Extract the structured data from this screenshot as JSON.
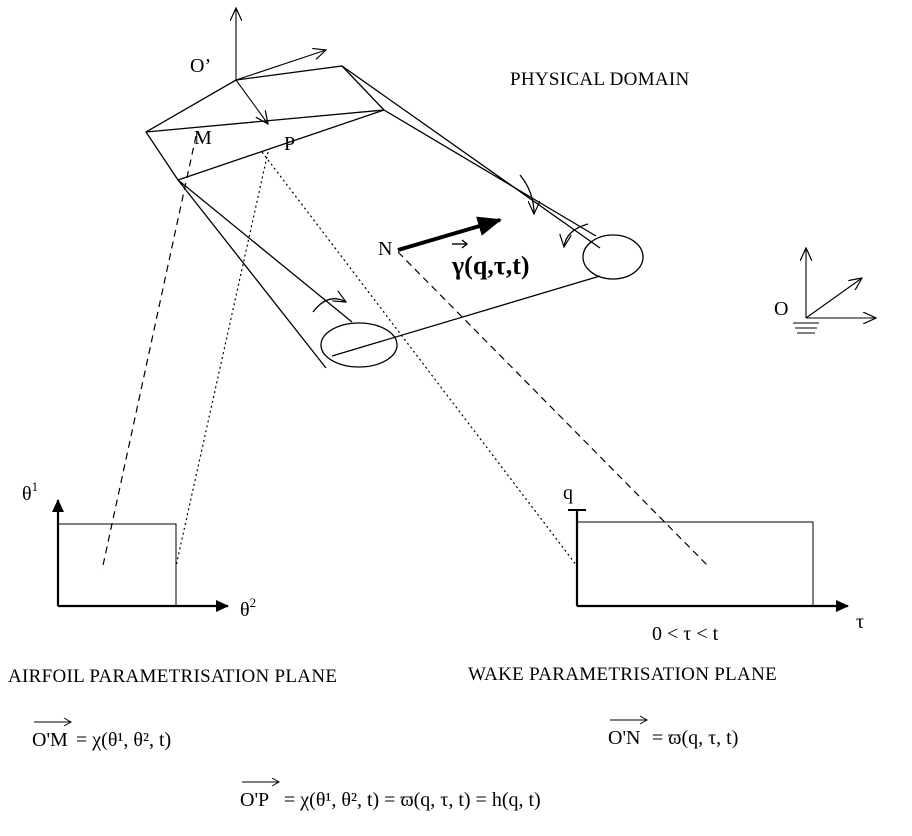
{
  "labels": {
    "origin_prime": "O’",
    "origin": "O",
    "point_m": "M",
    "point_p": "P",
    "point_n": "N",
    "gamma": "γ(q,τ,t)",
    "physical_domain": "PHYSICAL DOMAIN",
    "theta1": "θ",
    "theta1_sup": "1",
    "theta2": "θ",
    "theta2_sup": "2",
    "q_axis": "q",
    "tau_axis": "τ",
    "tau_range": "0 < τ < t",
    "airfoil_plane": "AIRFOIL PARAMETRISATION PLANE",
    "wake_plane": "WAKE PARAMETRISATION PLANE"
  },
  "equations": {
    "om_lhs": "O'M",
    "om_rhs": "= χ(θ¹, θ², t)",
    "on_lhs": "O'N",
    "on_rhs": "= ϖ(q, τ, t)",
    "op_lhs": "O'P",
    "op_rhs": "= χ(θ¹, θ², t) = ϖ(q, τ, t) = h(q, t)"
  }
}
